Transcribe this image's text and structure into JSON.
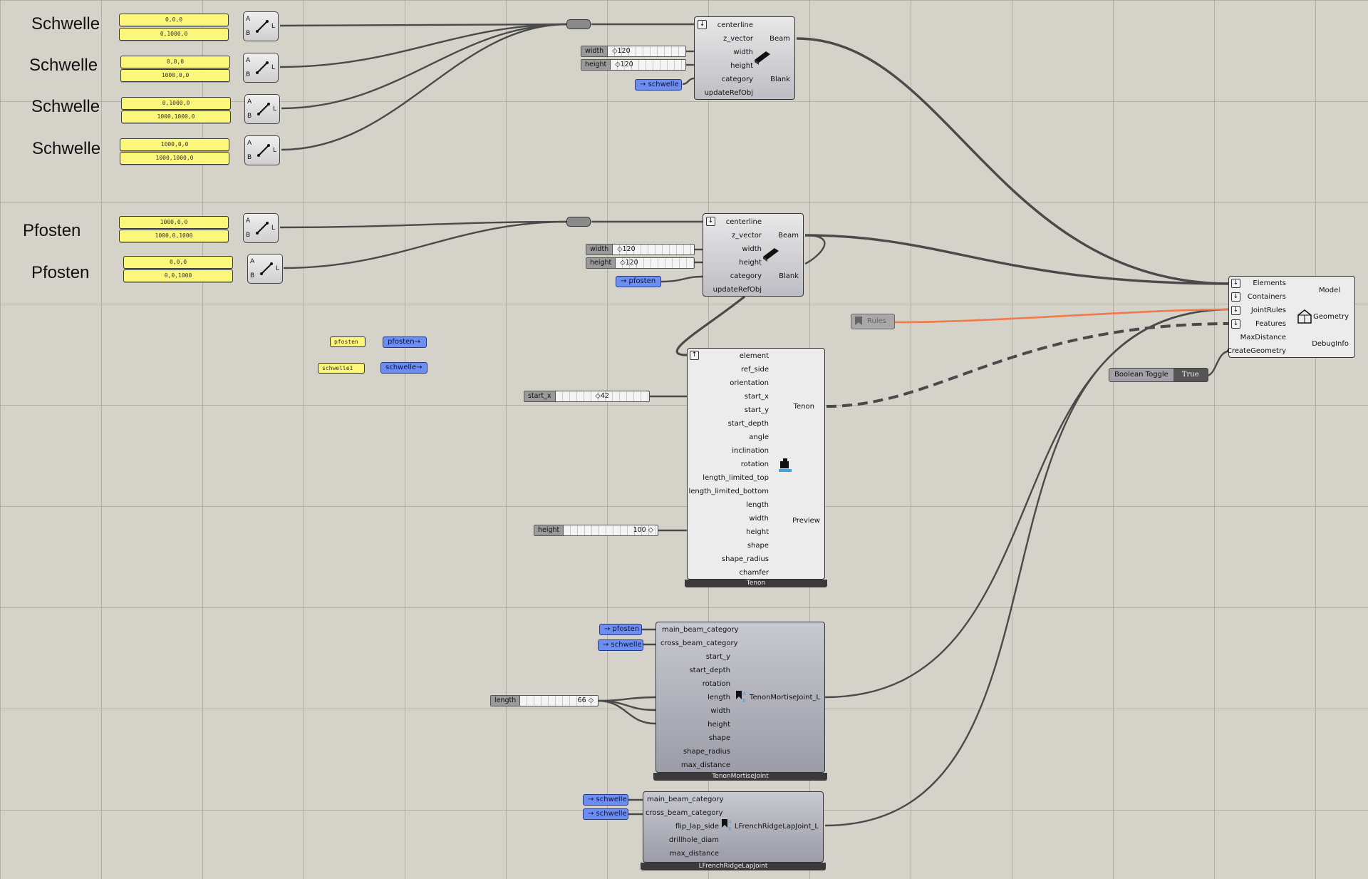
{
  "big_labels": [
    "Schwelle",
    "Schwelle",
    "Schwelle",
    "Schwelle",
    "Pfosten",
    "Pfosten"
  ],
  "points": [
    [
      "0,0,0",
      "0,1000,0"
    ],
    [
      "0,0,0",
      "1000,0,0"
    ],
    [
      "0,1000,0",
      "1000,1000,0"
    ],
    [
      "1000,0,0",
      "1000,1000,0"
    ],
    [
      "1000,0,0",
      "1000,0,1000"
    ],
    [
      "0,0,0",
      "0,0,1000"
    ]
  ],
  "line_ports": {
    "a": "A",
    "b": "B",
    "l": "L"
  },
  "beam1": {
    "inputs": [
      "centerline",
      "z_vector",
      "width",
      "height",
      "category",
      "updateRefObj"
    ],
    "outputs": [
      "Beam",
      "Blank"
    ],
    "width_slider": {
      "name": "width",
      "value": "120"
    },
    "height_slider": {
      "name": "height",
      "value": "120"
    },
    "category": "→ schwelle"
  },
  "beam2": {
    "inputs": [
      "centerline",
      "z_vector",
      "width",
      "height",
      "category",
      "updateRefObj"
    ],
    "outputs": [
      "Beam",
      "Blank"
    ],
    "width_slider": {
      "name": "width",
      "value": "120"
    },
    "height_slider": {
      "name": "height",
      "value": "120"
    },
    "category": "→ pfosten"
  },
  "small_panels": {
    "pfosten": "pfosten",
    "schwelle": "schwelle1"
  },
  "value_lists": {
    "pfosten": "pfosten→",
    "schwelle": "schwelle→"
  },
  "tenon": {
    "inputs": [
      "element",
      "ref_side",
      "orientation",
      "start_x",
      "start_y",
      "start_depth",
      "angle",
      "inclination",
      "rotation",
      "length_limited_top",
      "length_limited_bottom",
      "length",
      "width",
      "height",
      "shape",
      "shape_radius",
      "chamfer"
    ],
    "outputs": [
      "Tenon",
      "Preview"
    ],
    "title": "Tenon",
    "start_x": {
      "name": "start_x",
      "value": "42"
    },
    "height": {
      "name": "height",
      "value": "100"
    }
  },
  "tmj": {
    "inputs": [
      "main_beam_category",
      "cross_beam_category",
      "start_y",
      "start_depth",
      "rotation",
      "length",
      "width",
      "height",
      "shape",
      "shape_radius",
      "max_distance"
    ],
    "output": "TenonMortiseJoint_L",
    "title": "TenonMortiseJoint",
    "main": "→ pfosten",
    "cross": "→ schwelle",
    "length": {
      "name": "length",
      "value": "66"
    }
  },
  "lfr": {
    "inputs": [
      "main_beam_category",
      "cross_beam_category",
      "flip_lap_side",
      "drillhole_diam",
      "max_distance"
    ],
    "output": "LFrenchRidgeLapJoint_L",
    "title": "LFrenchRidgeLapJoint",
    "main": "→ schwelle",
    "cross": "→ schwelle"
  },
  "model": {
    "inputs": [
      "Elements",
      "Containers",
      "JointRules",
      "Features",
      "MaxDistance",
      "CreateGeometry"
    ],
    "outputs": [
      "Model",
      "Geometry",
      "DebugInfo"
    ]
  },
  "rules_label": "Rules",
  "toggle": {
    "name": "Boolean Toggle",
    "value": "True"
  },
  "colors": {
    "canvas": "#d5d2ca",
    "panel": "#fbf77a",
    "value_list": "#6d8df0",
    "rule_wire": "#f07a4a",
    "wire": "#4a4a4a"
  }
}
